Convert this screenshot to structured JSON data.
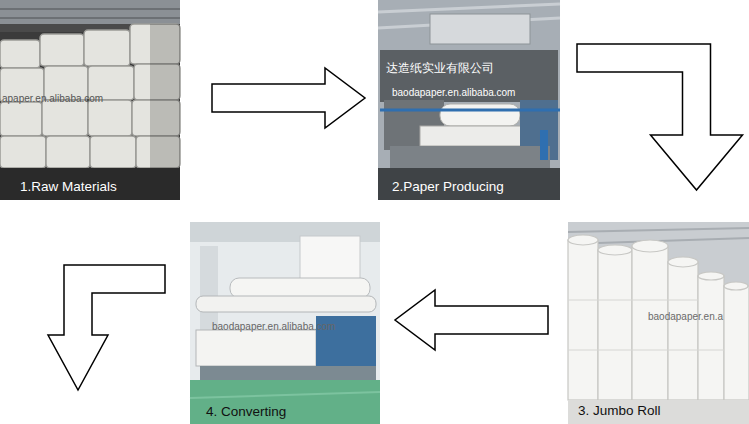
{
  "diagram": {
    "nodes": [
      {
        "text": [
          "1.Raw Materials"
        ]
      },
      {
        "text": [
          "2.Paper Producing"
        ]
      },
      {
        "text": [
          "3. Jumbo Roll"
        ]
      },
      {
        "text": [
          "4. Converting"
        ]
      }
    ],
    "edges": [
      {
        "from": 0,
        "to": 1,
        "arrow": "to"
      },
      {
        "from": 1,
        "to": 2,
        "arrow": "to"
      },
      {
        "from": 2,
        "to": 3,
        "arrow": "to"
      }
    ],
    "labels": [
      "apaper.en.alibaba.com",
      "达造纸实业有限公司",
      "baodapaper.en.alibaba.com",
      "baodapaper.en.a",
      "baodapaper.en.alibaba.com"
    ]
  }
}
